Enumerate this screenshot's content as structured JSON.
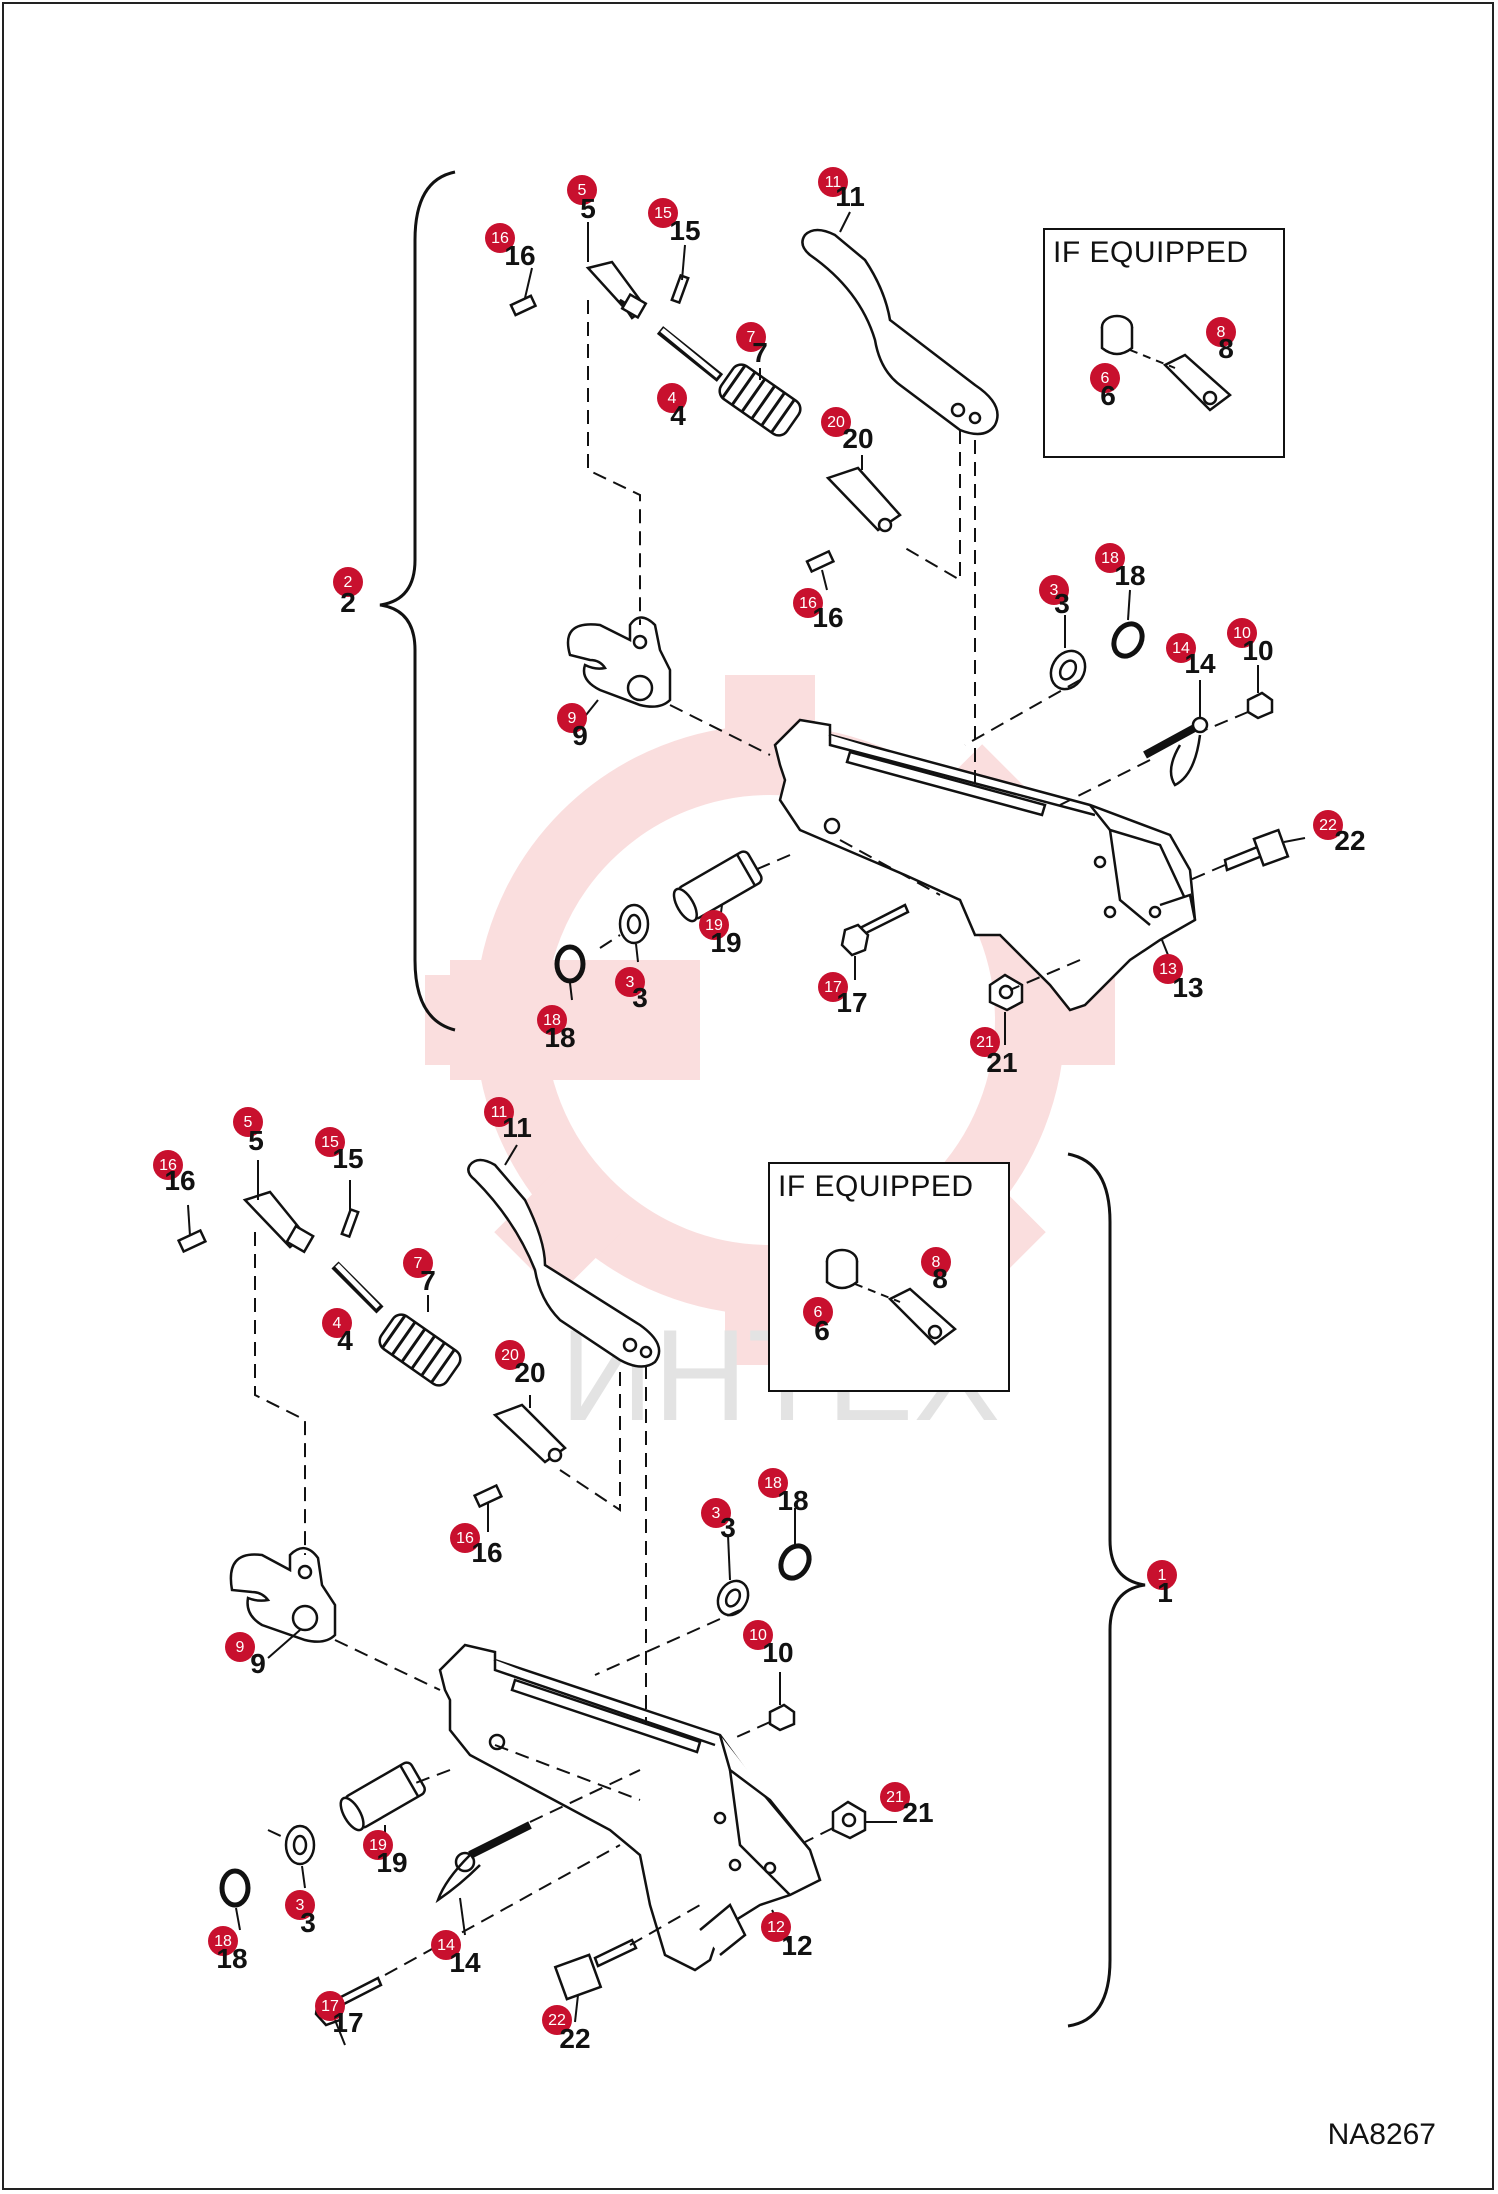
{
  "document": {
    "code": "NA8267",
    "watermark_text": "ИНТЕХ",
    "if_equipped_label": "IF EQUIPPED"
  },
  "colors": {
    "bubble": "#c8102e",
    "watermark": "#f6c4c4",
    "line": "#111111"
  },
  "assemblies": [
    {
      "id": "upper",
      "assembly_callout": "2",
      "callouts": [
        {
          "n": "5"
        },
        {
          "n": "15"
        },
        {
          "n": "16"
        },
        {
          "n": "11"
        },
        {
          "n": "7"
        },
        {
          "n": "4"
        },
        {
          "n": "20"
        },
        {
          "n": "16"
        },
        {
          "n": "3"
        },
        {
          "n": "18"
        },
        {
          "n": "10"
        },
        {
          "n": "14"
        },
        {
          "n": "9"
        },
        {
          "n": "22"
        },
        {
          "n": "19"
        },
        {
          "n": "3"
        },
        {
          "n": "18"
        },
        {
          "n": "17"
        },
        {
          "n": "13"
        },
        {
          "n": "21"
        }
      ],
      "if_equipped_callouts": [
        {
          "n": "8"
        },
        {
          "n": "6"
        }
      ]
    },
    {
      "id": "lower",
      "assembly_callout": "1",
      "callouts": [
        {
          "n": "5"
        },
        {
          "n": "15"
        },
        {
          "n": "16"
        },
        {
          "n": "11"
        },
        {
          "n": "7"
        },
        {
          "n": "4"
        },
        {
          "n": "20"
        },
        {
          "n": "16"
        },
        {
          "n": "3"
        },
        {
          "n": "18"
        },
        {
          "n": "10"
        },
        {
          "n": "9"
        },
        {
          "n": "21"
        },
        {
          "n": "19"
        },
        {
          "n": "3"
        },
        {
          "n": "18"
        },
        {
          "n": "14"
        },
        {
          "n": "12"
        },
        {
          "n": "17"
        },
        {
          "n": "22"
        }
      ],
      "if_equipped_callouts": [
        {
          "n": "8"
        },
        {
          "n": "6"
        }
      ]
    }
  ]
}
